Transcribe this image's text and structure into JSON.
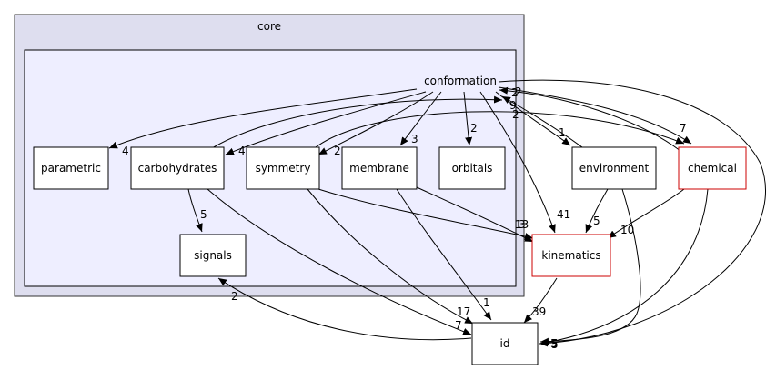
{
  "diagram": {
    "clusters": {
      "outer": {
        "label": "core",
        "fill": "#dedeef",
        "stroke": "#333333"
      },
      "inner": {
        "fill": "#eeeeff",
        "stroke": "#000000"
      }
    },
    "nodes": {
      "conformation": {
        "label": "conformation",
        "style": "plain"
      },
      "parametric": {
        "label": "parametric",
        "style": "box"
      },
      "carbohydrates": {
        "label": "carbohydrates",
        "style": "box"
      },
      "symmetry": {
        "label": "symmetry",
        "style": "box"
      },
      "membrane": {
        "label": "membrane",
        "style": "box"
      },
      "orbitals": {
        "label": "orbitals",
        "style": "box"
      },
      "signals": {
        "label": "signals",
        "style": "box"
      },
      "environment": {
        "label": "environment",
        "style": "box"
      },
      "chemical": {
        "label": "chemical",
        "style": "red"
      },
      "kinematics": {
        "label": "kinematics",
        "style": "red"
      },
      "id": {
        "label": "id",
        "style": "box"
      }
    },
    "edges": [
      {
        "from": "conformation",
        "to": "parametric",
        "label": "4"
      },
      {
        "from": "conformation",
        "to": "carbohydrates",
        "label": "4"
      },
      {
        "from": "conformation",
        "to": "symmetry",
        "label": "2"
      },
      {
        "from": "conformation",
        "to": "membrane",
        "label": "3"
      },
      {
        "from": "conformation",
        "to": "orbitals",
        "label": "2"
      },
      {
        "from": "conformation",
        "to": "kinematics",
        "label": "41"
      },
      {
        "from": "conformation",
        "to": "environment",
        "label": "1"
      },
      {
        "from": "conformation",
        "to": "chemical",
        "label": "7"
      },
      {
        "from": "conformation",
        "to": "id",
        "label": "5"
      },
      {
        "from": "carbohydrates",
        "to": "conformation",
        "label": "2"
      },
      {
        "from": "carbohydrates",
        "to": "signals",
        "label": "5"
      },
      {
        "from": "carbohydrates",
        "to": "id",
        "label": "7"
      },
      {
        "from": "symmetry",
        "to": "chemical",
        "label": "9"
      },
      {
        "from": "symmetry",
        "to": "kinematics",
        "label": "13"
      },
      {
        "from": "symmetry",
        "to": "id",
        "label": "17"
      },
      {
        "from": "membrane",
        "to": "kinematics",
        "label": "3"
      },
      {
        "from": "membrane",
        "to": "id",
        "label": "1"
      },
      {
        "from": "environment",
        "to": "conformation",
        "label": "2"
      },
      {
        "from": "environment",
        "to": "kinematics",
        "label": "5"
      },
      {
        "from": "environment",
        "to": "id",
        "label": "5"
      },
      {
        "from": "chemical",
        "to": "conformation",
        "label": "2"
      },
      {
        "from": "chemical",
        "to": "kinematics",
        "label": "10"
      },
      {
        "from": "chemical",
        "to": "id",
        "label": "5"
      },
      {
        "from": "kinematics",
        "to": "id",
        "label": "39"
      },
      {
        "from": "id",
        "to": "signals",
        "label": "2"
      }
    ]
  }
}
